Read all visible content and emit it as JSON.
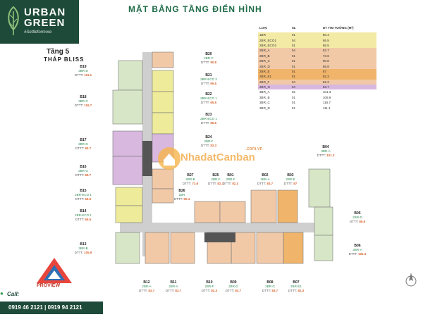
{
  "brand": {
    "name_line1": "URBAN",
    "name_line2": "GREEN",
    "tagline": "#Settleformore"
  },
  "page_title": "MẶT BẰNG TẦNG ĐIỂN HÌNH",
  "floor_label": "Tầng 5",
  "tower_label": "THÁP BLISS",
  "table": {
    "headers": [
      "LOẠI",
      "SL",
      "DT TIM TƯỜNG (M²)"
    ],
    "rows": [
      {
        "type": "1BR",
        "qty": "01",
        "area": "50.4",
        "color": "#f3eaa6"
      },
      {
        "type": "2BR_ECO1",
        "qty": "04",
        "area": "65.5",
        "color": "#f3eaa6"
      },
      {
        "type": "2BR_ECO2",
        "qty": "01",
        "area": "65.5",
        "color": "#f3eaa6"
      },
      {
        "type": "2BR_A",
        "qty": "04",
        "area": "83.7",
        "color": "#f2c9a6"
      },
      {
        "type": "2BR_B",
        "qty": "01",
        "area": "73.6",
        "color": "#f2c9a6"
      },
      {
        "type": "2BR_C",
        "qty": "01",
        "area": "90.8",
        "color": "#f2c9a6"
      },
      {
        "type": "2BR_D",
        "qty": "01",
        "area": "86.8",
        "color": "#f2c9a6"
      },
      {
        "type": "2BR_E",
        "qty": "01",
        "area": "87",
        "color": "#f0b46a"
      },
      {
        "type": "2BR_E1",
        "qty": "01",
        "area": "82.3",
        "color": "#f0b46a"
      },
      {
        "type": "2BR_F",
        "qty": "04",
        "area": "82.3",
        "color": "#f2c9a6"
      },
      {
        "type": "2BR_G",
        "qty": "04",
        "area": "83.7",
        "color": "#d9b8e0"
      },
      {
        "type": "3BR_A",
        "qty": "02",
        "area": "101.3",
        "color": "#ffffff"
      },
      {
        "type": "3BR_B",
        "qty": "01",
        "area": "105.9",
        "color": "#ffffff"
      },
      {
        "type": "3BR_C",
        "qty": "01",
        "area": "116.7",
        "color": "#ffffff"
      },
      {
        "type": "3BR_D",
        "qty": "01",
        "area": "111.1",
        "color": "#ffffff"
      }
    ]
  },
  "units": [
    {
      "code": "B19",
      "type": "3BR-D",
      "area": "111.1"
    },
    {
      "code": "B18",
      "type": "3BR-C",
      "area": "116.7"
    },
    {
      "code": "B17",
      "type": "2BR-G",
      "area": "83.7"
    },
    {
      "code": "B16",
      "type": "2BR-G",
      "area": "83.7"
    },
    {
      "code": "B15",
      "type": "2BR-ECO 1",
      "area": "65.5"
    },
    {
      "code": "B14",
      "type": "2BR-ECO 1",
      "area": "65.5"
    },
    {
      "code": "B13",
      "type": "3BR-B",
      "area": "105.9"
    },
    {
      "code": "B20",
      "type": "2BR-C",
      "area": "90.8"
    },
    {
      "code": "B21",
      "type": "2BR-ECO 2",
      "area": "65.5"
    },
    {
      "code": "B22",
      "type": "2BR-ECO 1",
      "area": "65.5"
    },
    {
      "code": "B23",
      "type": "2BR-ECO 1",
      "area": "65.5"
    },
    {
      "code": "B24",
      "type": "2BR-F",
      "area": "82.3"
    },
    {
      "code": "B27",
      "type": "2BR-B",
      "area": "73.6"
    },
    {
      "code": "B26",
      "type": "1BR",
      "area": "50.4"
    },
    {
      "code": "B25",
      "type": "2BR-F",
      "area": "82.3"
    },
    {
      "code": "B01",
      "type": "2BR-F",
      "area": "82.3"
    },
    {
      "code": "B02",
      "type": "2BR-A",
      "area": "83.7"
    },
    {
      "code": "B03",
      "type": "2BR-E",
      "area": "87"
    },
    {
      "code": "B04",
      "type": "3BR-A",
      "area": "101.3"
    },
    {
      "code": "B05",
      "type": "2BR-D",
      "area": "86.8"
    },
    {
      "code": "B06",
      "type": "3BR-A",
      "area": "101.3"
    },
    {
      "code": "B07",
      "type": "2BR-E1",
      "area": "82.3"
    },
    {
      "code": "B08",
      "type": "2BR-G",
      "area": "83.7"
    },
    {
      "code": "B09",
      "type": "2BR-G",
      "area": "83.7"
    },
    {
      "code": "B10",
      "type": "2BR-F",
      "area": "82.3"
    },
    {
      "code": "B11",
      "type": "2BR-A",
      "area": "83.7"
    },
    {
      "code": "B12",
      "type": "2BR-A",
      "area": "83.7"
    }
  ],
  "area_prefix": "DTTT:",
  "watermark": {
    "text": "NhadatCanban",
    "domain": ".com.vn"
  },
  "proview": "PROVIEW",
  "contact": {
    "call_label": "Call:",
    "phones": "0919 46 2121 | 0919 94 2121"
  },
  "colors": {
    "brand_green": "#1e4a39",
    "unit_yellow": "#eeeb9a",
    "unit_peach": "#f2c9a6",
    "unit_orange": "#f0b46a",
    "unit_purple": "#d9b8e0",
    "unit_green": "#d6e6c6",
    "core_gray": "#555555",
    "corridor": "#cfcfcf"
  }
}
